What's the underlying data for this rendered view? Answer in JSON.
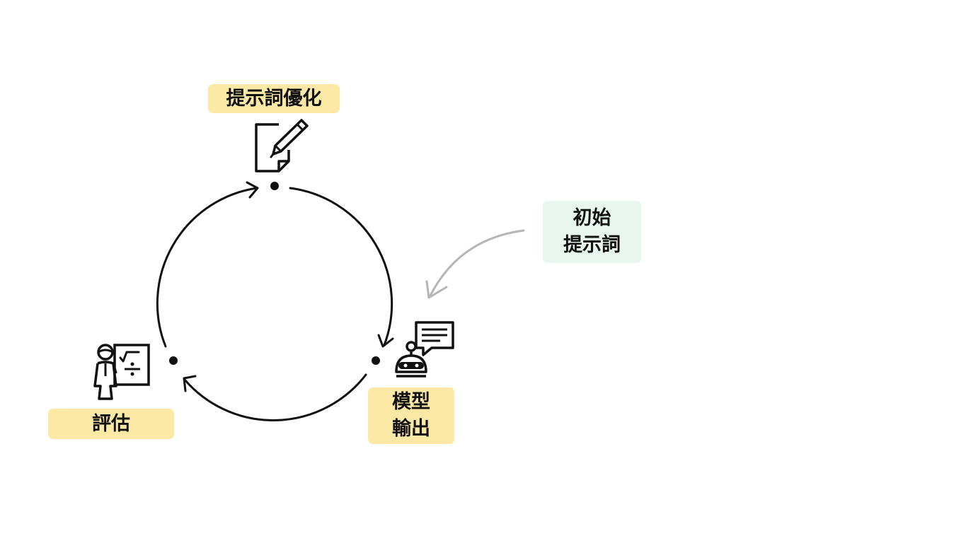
{
  "nodes": {
    "optimize": {
      "label": "提示詞優化"
    },
    "output": {
      "label_lines": [
        "模型",
        "輸出"
      ]
    },
    "evaluate": {
      "label": "評估"
    }
  },
  "input": {
    "label_lines": [
      "初始",
      "提示詞"
    ]
  },
  "icons": {
    "optimize": "edit-document-icon",
    "output": "robot-chat-icon",
    "evaluate": "teacher-board-icon"
  },
  "colors": {
    "node_label_bg": "#fce9a6",
    "input_label_bg": "#e8f6ee",
    "cycle_stroke": "#111111",
    "input_arrow": "#b5b5b5"
  }
}
